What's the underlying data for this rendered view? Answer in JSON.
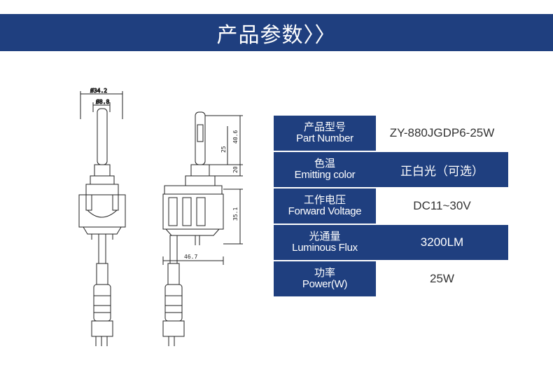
{
  "header": {
    "title": "产品参数〉〉"
  },
  "drawing": {
    "dims": {
      "outer_diameter": "Ø34.2",
      "inner_diameter": "Ø8.8",
      "height_total": "40.6",
      "height_upper": "25",
      "height_mid": "20",
      "height_body": "35.1",
      "width_body": "46.7"
    }
  },
  "specs": [
    {
      "zh": "产品型号",
      "en": "Part Number",
      "value": "ZY-880JGDP6-25W"
    },
    {
      "zh": "色温",
      "en": "Emitting color",
      "value": "正白光（可选）"
    },
    {
      "zh": "工作电压",
      "en": "Forward Voltage",
      "value": "DC11~30V"
    },
    {
      "zh": "光通量",
      "en": "Luminous Flux",
      "value": "3200LM"
    },
    {
      "zh": "功率",
      "en": "Power(W)",
      "value": "25W"
    }
  ],
  "colors": {
    "brand": "#1f3f7f",
    "text": "#333333"
  }
}
